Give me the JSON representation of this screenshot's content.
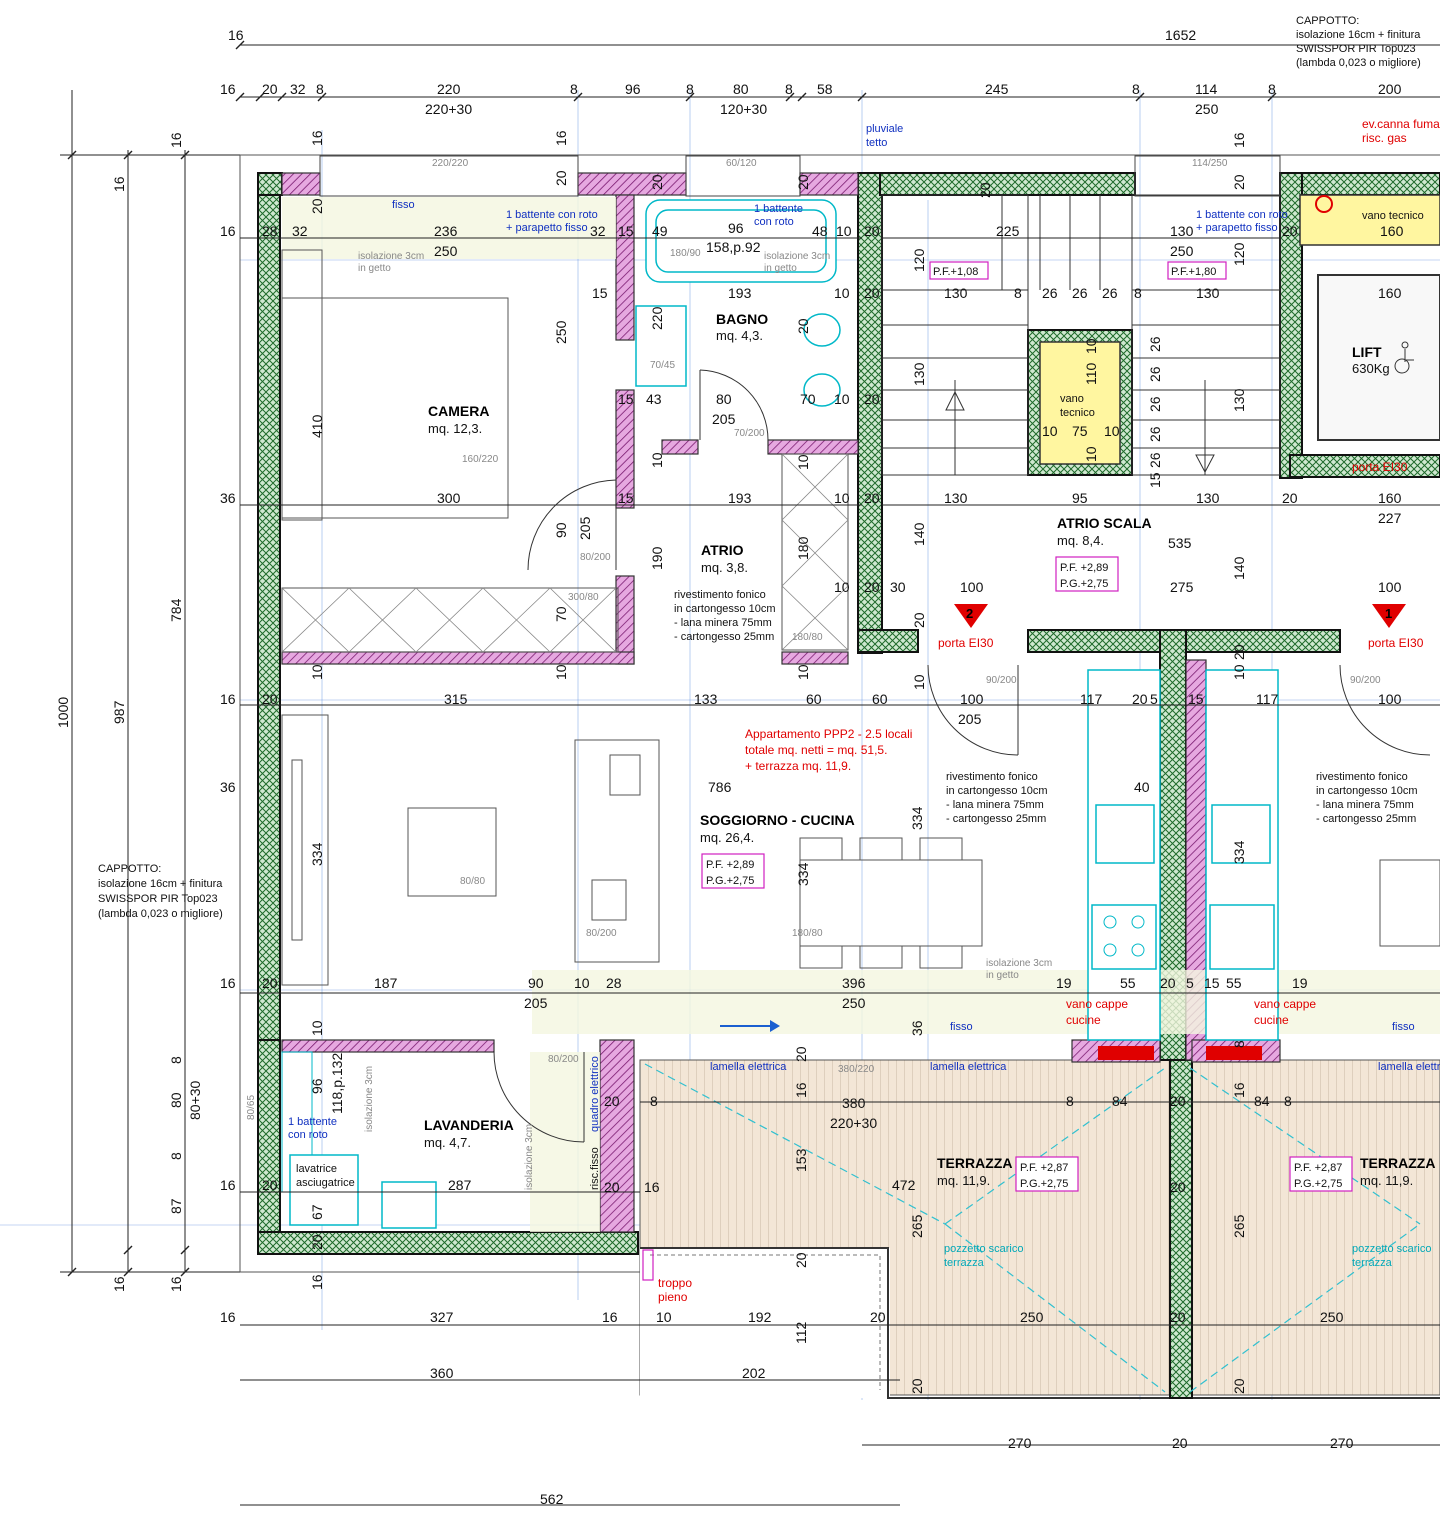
{
  "dims": {
    "d16": "16",
    "d1652": "1652",
    "d20": "20",
    "d32": "32",
    "d8": "8",
    "d220": "220",
    "d220p30": "220+30",
    "d96": "96",
    "d80": "80",
    "d120p30": "120+30",
    "d58": "58",
    "d245": "245",
    "d114": "114",
    "d250": "250",
    "d200": "200",
    "d28": "28",
    "d236": "236",
    "d15": "15",
    "d49": "49",
    "d158p92": "158,p.92",
    "d48": "48",
    "d10": "10",
    "d225": "225",
    "d130": "130",
    "d160": "160",
    "d193": "193",
    "d26": "26",
    "d410": "410",
    "d43": "43",
    "d205": "205",
    "d70": "70",
    "d120": "120",
    "d110": "110",
    "d75": "75",
    "d36": "36",
    "d300": "300",
    "d95": "95",
    "d227": "227",
    "d90": "90",
    "d190": "190",
    "d180": "180",
    "d140": "140",
    "d535": "535",
    "d30": "30",
    "d100": "100",
    "d275": "275",
    "d784": "784",
    "d1000": "1000",
    "d987": "987",
    "d315": "315",
    "d133": "133",
    "d60": "60",
    "d117": "117",
    "d5": "5",
    "d786": "786",
    "d40": "40",
    "d334": "334",
    "d187": "187",
    "d396": "396",
    "d19": "19",
    "d55": "55",
    "d132": "118,p.132",
    "d80p30": "80+30",
    "d84": "84",
    "d380": "380",
    "d153": "153",
    "d472": "472",
    "d287": "287",
    "d87": "87",
    "d67": "67",
    "d265": "265",
    "d327": "327",
    "d192": "192",
    "d112": "112",
    "d360": "360",
    "d202": "202",
    "d270": "270",
    "d562": "562"
  },
  "rooms": {
    "camera": {
      "name": "CAMERA",
      "area": "mq. 12,3."
    },
    "bagno": {
      "name": "BAGNO",
      "area": "mq. 4,3."
    },
    "atrio": {
      "name": "ATRIO",
      "area": "mq. 3,8."
    },
    "atrio_scala": {
      "name": "ATRIO SCALA",
      "area": "mq. 8,4."
    },
    "soggiorno": {
      "name": "SOGGIORNO - CUCINA",
      "area": "mq. 26,4."
    },
    "lavanderia": {
      "name": "LAVANDERIA",
      "area": "mq. 4,7."
    },
    "terrazza": {
      "name": "TERRAZZA",
      "area": "mq. 11,9."
    },
    "lift": {
      "name": "LIFT",
      "capacity": "630Kg"
    }
  },
  "levels": {
    "pf108": "P.F.+1,08",
    "pf180": "P.F.+1,80",
    "pf289": "P.F. +2,89",
    "pg275": "P.G.+2,75",
    "pf289b": "P.F. +2,89",
    "pg275b": "P.G.+2,75",
    "pf287": "P.F. +2,87",
    "pg275c": "P.G.+2,75"
  },
  "notes": {
    "cappotto_title": "CAPPOTTO:",
    "cappotto_l1": "isolazione 16cm + finitura",
    "cappotto_l2": "SWISSPOR PIR Top023",
    "cappotto_l3": "(lambda 0,023 o migliore)",
    "canna_l1": "ev.canna fumaria",
    "canna_l2": "risc. gas",
    "pluviale_l1": "pluviale",
    "pluviale_l2": "tetto",
    "vano_tecnico": "vano tecnico",
    "vano": "vano",
    "tecnico": "tecnico",
    "porta_ei30": "porta EI30",
    "badge1": "1",
    "badge2": "2",
    "app_l1": "Appartamento PPP2 - 2.5 locali",
    "app_l2": "totale mq. netti = mq. 51,5.",
    "app_l3": "+ terrazza mq. 11,9.",
    "riv_l1": "rivestimento fonico",
    "riv_l2": "in cartongesso 10cm",
    "riv_l3": "- lana minera 75mm",
    "riv_l4": "- cartongesso 25mm",
    "isol_l1": "isolazione 3cm",
    "isol_l2": "in getto",
    "fisso": "fisso",
    "battente_l1": "1 battente con roto",
    "battente_l2": "+ parapetto fisso",
    "battente_roto_l1": "1 battente",
    "battente_roto_l2": "con roto",
    "vano_cappe_l1": "vano cappe",
    "vano_cappe_l2": "cucine",
    "lamella": "lamella elettrica",
    "pozzetto_l1": "pozzetto scarico",
    "pozzetto_l2": "terrazza",
    "troppo_l1": "troppo",
    "troppo_l2": "pieno",
    "quadro": "quadro elettrico",
    "risc": "risc.fisso",
    "lavatrice_l1": "lavatrice",
    "lavatrice_l2": "asciugatrice",
    "w60_120": "60/120",
    "w114_250": "114/250",
    "w220_220": "220/220",
    "w160_220": "160/220",
    "w70_200": "70/200",
    "w80_200": "80/200",
    "w90_200": "90/200",
    "w180_80": "180/80",
    "w80_80": "80/80",
    "w180_90": "180/90",
    "w70_45": "70/45",
    "w380_220": "380/220",
    "w300_80": "300/80",
    "w80_65": "80/65",
    "w180_80b": "180/80"
  }
}
